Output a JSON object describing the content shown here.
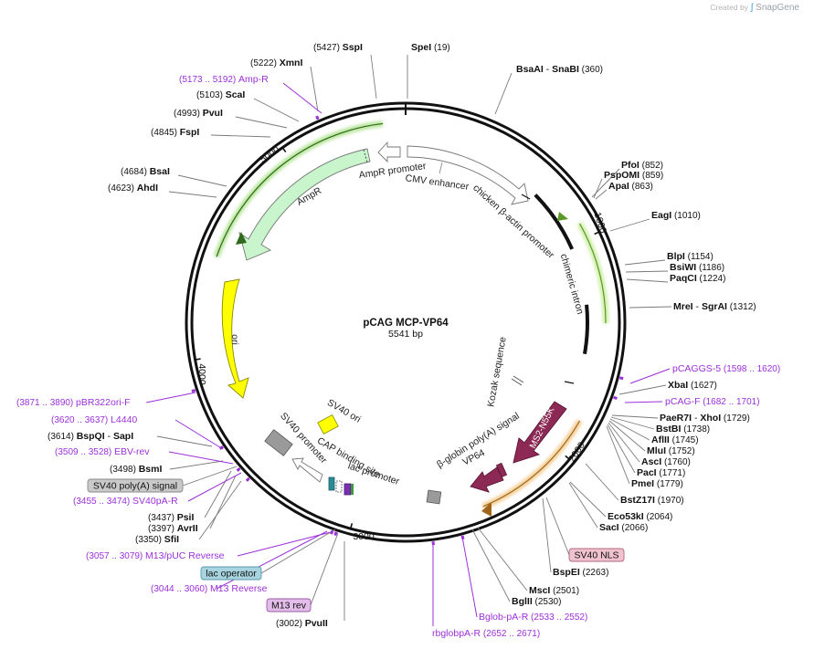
{
  "credit": {
    "prefix": "Created by",
    "brand": "SnapGene"
  },
  "plasmid": {
    "name": "pCAG MCP-VP64",
    "size": "5541 bp",
    "length": 5541
  },
  "ticks": [
    "1000",
    "2000",
    "3000",
    "4000",
    "5000"
  ],
  "enzymes": [
    {
      "name": "SspI",
      "pos": "(5427)",
      "bp": 5427
    },
    {
      "name": "SpeI",
      "pos": "(19)",
      "bp": 19
    },
    {
      "name": "BsaAI",
      "sep": "- ",
      "name2": "SnaBI",
      "pos": "(360)",
      "bp": 360
    },
    {
      "name": "XmnI",
      "pos": "(5222)",
      "bp": 5222
    },
    {
      "name": "ScaI",
      "pos": "(5103)",
      "bp": 5103
    },
    {
      "name": "PvuI",
      "pos": "(4993)",
      "bp": 4993
    },
    {
      "name": "FspI",
      "pos": "(4845)",
      "bp": 4845
    },
    {
      "name": "BsaI",
      "pos": "(4684)",
      "bp": 4684
    },
    {
      "name": "AhdI",
      "pos": "(4623)",
      "bp": 4623
    },
    {
      "name": "PfoI",
      "pos": "(852)",
      "bp": 852
    },
    {
      "name": "PspOMI",
      "pos": "(859)",
      "bp": 859
    },
    {
      "name": "ApaI",
      "pos": "(863)",
      "bp": 863
    },
    {
      "name": "EagI",
      "pos": "(1010)",
      "bp": 1010
    },
    {
      "name": "BlpI",
      "pos": "(1154)",
      "bp": 1154
    },
    {
      "name": "BsiWI",
      "pos": "(1186)",
      "bp": 1186
    },
    {
      "name": "PaqCI",
      "pos": "(1224)",
      "bp": 1224
    },
    {
      "name": "MreI",
      "sep": "- ",
      "name2": "SgrAI",
      "pos": "(1312)",
      "bp": 1312
    },
    {
      "name": "XbaI",
      "pos": "(1627)",
      "bp": 1627
    },
    {
      "name": "PaeR7I",
      "sep": "- ",
      "name2": "XhoI",
      "pos": "(1729)",
      "bp": 1729
    },
    {
      "name": "BstBI",
      "pos": "(1738)",
      "bp": 1738
    },
    {
      "name": "AflII",
      "pos": "(1745)",
      "bp": 1745
    },
    {
      "name": "MluI",
      "pos": "(1752)",
      "bp": 1752
    },
    {
      "name": "AscI",
      "pos": "(1760)",
      "bp": 1760
    },
    {
      "name": "PacI",
      "pos": "(1771)",
      "bp": 1771
    },
    {
      "name": "PmeI",
      "pos": "(1779)",
      "bp": 1779
    },
    {
      "name": "BstZ17I",
      "pos": "(1970)",
      "bp": 1970
    },
    {
      "name": "Eco53kI",
      "pos": "(2064)",
      "bp": 2064
    },
    {
      "name": "SacI",
      "pos": "(2066)",
      "bp": 2066
    },
    {
      "name": "BspEI",
      "pos": "(2263)",
      "bp": 2263
    },
    {
      "name": "MscI",
      "pos": "(2501)",
      "bp": 2501
    },
    {
      "name": "BglII",
      "pos": "(2530)",
      "bp": 2530
    },
    {
      "name": "PvuII",
      "pos": "(3002)",
      "bp": 3002
    },
    {
      "name": "SfiI",
      "pos": "(3350)",
      "bp": 3350
    },
    {
      "name": "AvrII",
      "pos": "(3397)",
      "bp": 3397
    },
    {
      "name": "PsiI",
      "pos": "(3437)",
      "bp": 3437
    },
    {
      "name": "BsmI",
      "pos": "(3498)",
      "bp": 3498
    },
    {
      "name": "BspQI",
      "sep": "- ",
      "name2": "SapI",
      "pos": "(3614)",
      "bp": 3614
    }
  ],
  "primers": [
    {
      "name": "Amp-R",
      "pos": "(5173 .. 5192)",
      "bp": 5182
    },
    {
      "name": "pCAGGS-5",
      "pos": "(1598 .. 1620)",
      "bp": 1609
    },
    {
      "name": "pCAG-F",
      "pos": "(1682 .. 1701)",
      "bp": 1691
    },
    {
      "name": "pBR322ori-F",
      "pos": "(3871 .. 3890)",
      "bp": 3880
    },
    {
      "name": "L4440",
      "pos": "(3620 .. 3637)",
      "bp": 3628
    },
    {
      "name": "EBV-rev",
      "pos": "(3509 .. 3528)",
      "bp": 3518
    },
    {
      "name": "SV40pA-R",
      "pos": "(3455 .. 3474)",
      "bp": 3464
    },
    {
      "name": "M13/pUC Reverse",
      "pos": "(3057 .. 3079)",
      "bp": 3068
    },
    {
      "name": "M13 Reverse",
      "pos": "(3044 .. 3060)",
      "bp": 3052
    },
    {
      "name": "Bglob-pA-R",
      "pos": "(2533 .. 2552)",
      "bp": 2542
    },
    {
      "name": "rbglobpA-R",
      "pos": "(2652 .. 2671)",
      "bp": 2661
    }
  ],
  "boxed": [
    {
      "name": "SV40 poly(A) signal",
      "bg": "#c9c9c9",
      "border": "#8a8a8a"
    },
    {
      "name": "lac operator",
      "bg": "#a7d4df",
      "border": "#5a9aab"
    },
    {
      "name": "M13 rev",
      "bg": "#e2bde9",
      "border": "#9a5aa6"
    },
    {
      "name": "SV40 NLS",
      "bg": "#f0c1cf",
      "border": "#b06a80"
    }
  ],
  "features": {
    "ampr_promoter": "AmpR promoter",
    "cmv_enhancer": "CMV enhancer",
    "chicken_promoter": "chicken β-actin promoter",
    "chimeric_intron": "chimeric intron",
    "ampr": "AmpR",
    "ori": "ori",
    "kozak": "Kozak sequence",
    "ms2": "MS2-N55K",
    "vp64": "VP64",
    "bglobin": "β-globin poly(A) signal",
    "sv40_ori": "SV40 ori",
    "sv40_promoter": "SV40 promoter",
    "cap_site": "CAP binding site",
    "lac_promoter": "lac promoter"
  },
  "colors": {
    "backbone": "#111111",
    "ampr_fill": "#c8f5cc",
    "ori_fill": "#ffff00",
    "ms2_fill": "#8c2a55",
    "primer": "#9b30d9",
    "enhancer_fill": "#ffffff",
    "intron_highlight": "#c8ec9a",
    "orange_highlight": "#f2c98a"
  }
}
